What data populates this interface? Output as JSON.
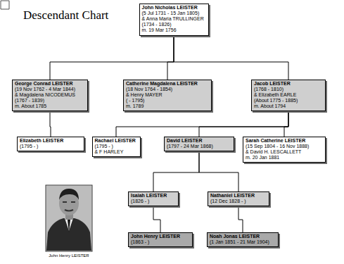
{
  "diagram": {
    "title": "Descendant Chart",
    "nodes": [
      {
        "text": [
          "John Nicholas LEISTER",
          "(5 Jul 1731 - 15 Jan 1805)",
          "& Anna Maria TRULLINGER",
          "(1734 - 1826)",
          "m. 19 Mar 1756"
        ]
      },
      {
        "text": [
          "George Conrad LEISTER",
          "(19 Nov 1762 - 4 Mar 1844)",
          "& Magdalena NICODEMUS",
          "(1767 - 1839)",
          "m. About 1785"
        ]
      },
      {
        "text": [
          "Catherine Magdalena LEISTER",
          "(18 Nov 1764 - 1854)",
          "& Henry MAYER",
          "( - 1795)",
          "m. 1789"
        ]
      },
      {
        "text": [
          "Jacob LEISTER",
          "(1768 - 1810)",
          "& Elizabeth EARLE",
          "(About 1775 - 1885)",
          "m. About 1794"
        ]
      },
      {
        "text": [
          "Elizabeth LEISTER",
          "(1795 - )"
        ]
      },
      {
        "text": [
          "Rachael LEISTER",
          "(1795 - )",
          "& F HARLEY"
        ]
      },
      {
        "text": [
          "David LEISTER",
          "(1797 - 24 Mar 1868)"
        ]
      },
      {
        "text": [
          "Sarah Catherine LEISTER",
          "(15 Sep 1804 - 16 Nov 1888)",
          "& David H. LESCALLETT",
          "m. 20 Jan 1881"
        ]
      },
      {
        "text": [
          "Isaiah LEISTER",
          "(1826 - )"
        ]
      },
      {
        "text": [
          "Nathaniel LEISTER",
          "(12 Dec 1828 - )"
        ]
      },
      {
        "text": [
          "John Henry LEISTER",
          "(1863 - )"
        ]
      },
      {
        "text": [
          "Noah Jonas LEISTER",
          "(1 Jan 1851 - 21 Mar 1904)"
        ]
      }
    ],
    "edges": [
      {
        "from": 0,
        "to": 1,
        "arrow": "none"
      },
      {
        "from": 0,
        "to": 2,
        "arrow": "none"
      },
      {
        "from": 0,
        "to": 3,
        "arrow": "none"
      },
      {
        "from": 1,
        "to": 4,
        "arrow": "none"
      },
      {
        "from": 3,
        "to": 5,
        "arrow": "none"
      },
      {
        "from": 3,
        "to": 6,
        "arrow": "none"
      },
      {
        "from": 3,
        "to": 7,
        "arrow": "none"
      },
      {
        "from": 6,
        "to": 8,
        "arrow": "none"
      },
      {
        "from": 6,
        "to": 9,
        "arrow": "none"
      },
      {
        "from": 8,
        "to": 10,
        "arrow": "none"
      },
      {
        "from": 9,
        "to": 11,
        "arrow": "none"
      }
    ],
    "labels": [
      "John Henry LEISTER"
    ]
  }
}
